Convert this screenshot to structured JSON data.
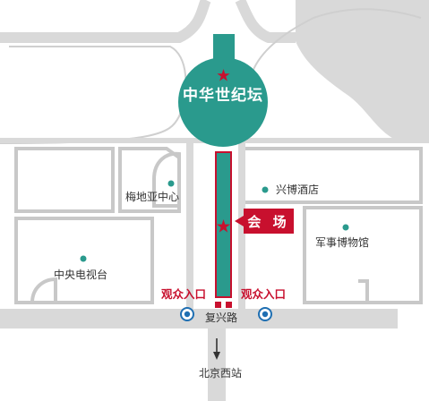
{
  "map": {
    "center_title": "中华世纪坛",
    "venue_label": "会 场",
    "road_name": "复兴路",
    "south_destination": "北京西站",
    "entrance_left": "观众入口",
    "entrance_right": "观众入口",
    "landmarks": [
      {
        "id": "meidiya",
        "name": "梅地亚中心"
      },
      {
        "id": "xingbo",
        "name": "兴博酒店"
      },
      {
        "id": "military-museum",
        "name": "军事博物馆"
      },
      {
        "id": "cctv",
        "name": "中央电视台"
      }
    ],
    "colors": {
      "road": "#d9d9d9",
      "block_outline": "#c8c8c8",
      "teal": "#2a9a8d",
      "accent_red": "#c8102e",
      "subway": "#1f6fb2"
    }
  }
}
